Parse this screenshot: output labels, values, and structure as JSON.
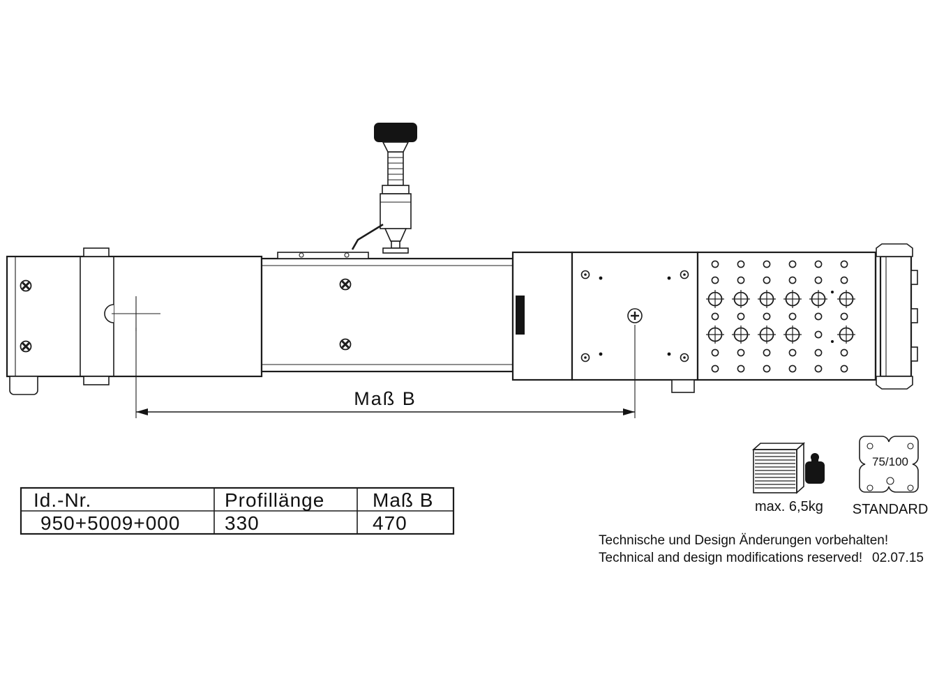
{
  "diagram": {
    "dimension_label": "Maß B"
  },
  "table": {
    "headers": [
      "Id.-Nr.",
      "Profillänge",
      "Maß B"
    ],
    "row": [
      "950+5009+000",
      "330",
      "470"
    ]
  },
  "badges": {
    "weight_note": "max.  6,5kg",
    "vesa_size": "75/100",
    "vesa_standard": "STANDARD"
  },
  "footer": {
    "note_de": "Technische und Design Änderungen vorbehalten!",
    "note_en": "Technical and design modifications reserved!",
    "date": "02.07.15"
  }
}
